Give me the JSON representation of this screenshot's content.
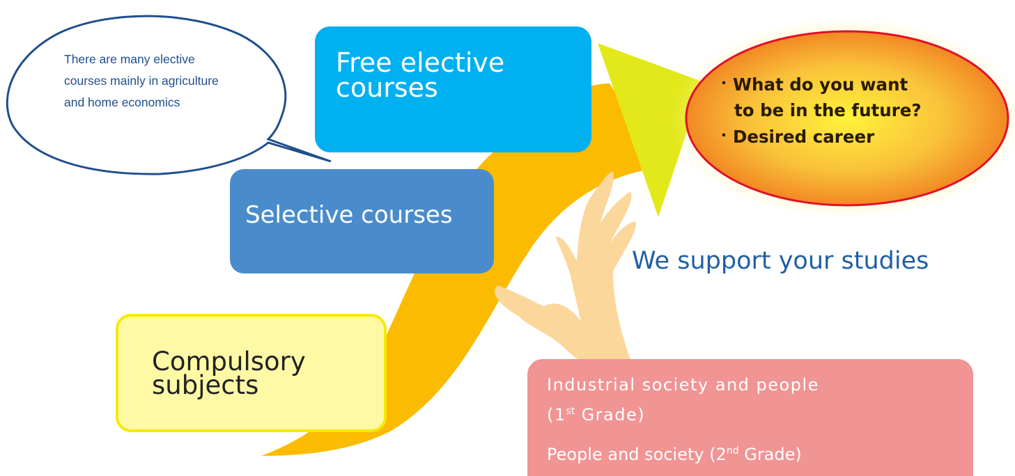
{
  "speech_bubble": {
    "line1": "There are many elective",
    "line2": "courses mainly in agriculture",
    "line3": "and home economics"
  },
  "steps": {
    "free": {
      "line1": "Free elective",
      "line2": "courses"
    },
    "selective": {
      "label": "Selective courses"
    },
    "compulsory": {
      "line1": "Compulsory",
      "line2": "subjects"
    }
  },
  "goal": {
    "line1": "What do you want",
    "line2": "to be in the future?",
    "line3": "Desired career",
    "bullet": "・"
  },
  "support": {
    "text": "We support your studies"
  },
  "industry": {
    "line1": "Industrial society and people",
    "grade1_open": "(1",
    "grade1_sup": "st",
    "grade1_close": " Grade)",
    "line3_pre": "People and society (2",
    "line3_sup": "nd",
    "line3_post": " Grade)"
  },
  "colors": {
    "free": "#00b0f0",
    "selective": "#4a8ccb",
    "compulsory_fill": "#fff9a6",
    "compulsory_border": "#f5ea00",
    "industry": "#f09494",
    "arrow": "#fbbb00",
    "arrowhead": "#e3e81a",
    "goal_border": "#e0102a",
    "text_blue": "#1f5fa6"
  }
}
